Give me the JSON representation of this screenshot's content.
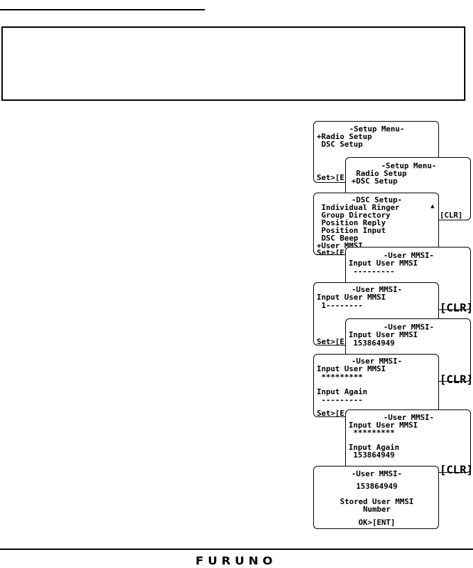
{
  "screens": {
    "s1": {
      "title": "-Setup Menu-",
      "item1": "+Radio Setup",
      "item2": " DSC Setup",
      "footer": "Set>[E"
    },
    "s2": {
      "title": "-Setup Menu-",
      "item1": " Radio Setup",
      "item2": "+DSC Setup",
      "footer": "[CLR]"
    },
    "s3": {
      "title": "-DSC Setup-",
      "item1": " Individual Ringer",
      "item2": " Group Directory",
      "item3": " Position Reply",
      "item4": " Position Input",
      "item5": " DSC Beep",
      "item6": "+User MMSI",
      "footer": "Set>[E",
      "scroll": "▲"
    },
    "s4": {
      "title": "-User MMSI-",
      "prompt": "Input User MMSI",
      "value": " ---------",
      "footer": "[CLR]"
    },
    "s5": {
      "title": "-User MMSI-",
      "prompt": "Input User MMSI",
      "value": " 1--------",
      "footer": "Set>[E"
    },
    "s6": {
      "title": "-User MMSI-",
      "prompt": "Input User MMSI",
      "value": " 153864949",
      "footer": "[CLR]"
    },
    "s7": {
      "title": "-User MMSI-",
      "prompt": "Input User MMSI",
      "value": " *********",
      "again": "Input Again",
      "again_value": " ---------",
      "footer": "Set>[E"
    },
    "s8": {
      "title": "-User MMSI-",
      "prompt": "Input User MMSI",
      "value": " *********",
      "again": "Input Again",
      "again_value": " 153864949",
      "footer": "[CLR]"
    },
    "s9": {
      "title": "-User MMSI-",
      "value": "153864949",
      "line1": "Stored User MMSI",
      "line2": "Number",
      "footer": "OK>[ENT]"
    }
  },
  "logo": "FURUNO"
}
